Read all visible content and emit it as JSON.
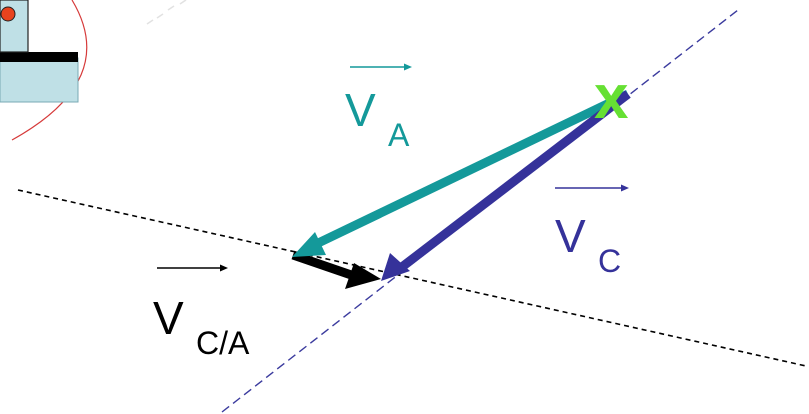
{
  "labels": {
    "va_main": "V",
    "va_sub": "A",
    "vc_main": "V",
    "vc_sub": "C",
    "vca_main": "V",
    "vca_sub": "C/A",
    "marker": "x"
  },
  "colors": {
    "va": "#14999a",
    "vc": "#35329a",
    "vca": "#000000",
    "marker": "#66e033",
    "dashed_black": "#000000",
    "dashed_blue": "#3b3b9e",
    "circle": "#d63a3a",
    "thumb_bg": "#bfe0e6",
    "thumb_knob": "#e8431e"
  }
}
